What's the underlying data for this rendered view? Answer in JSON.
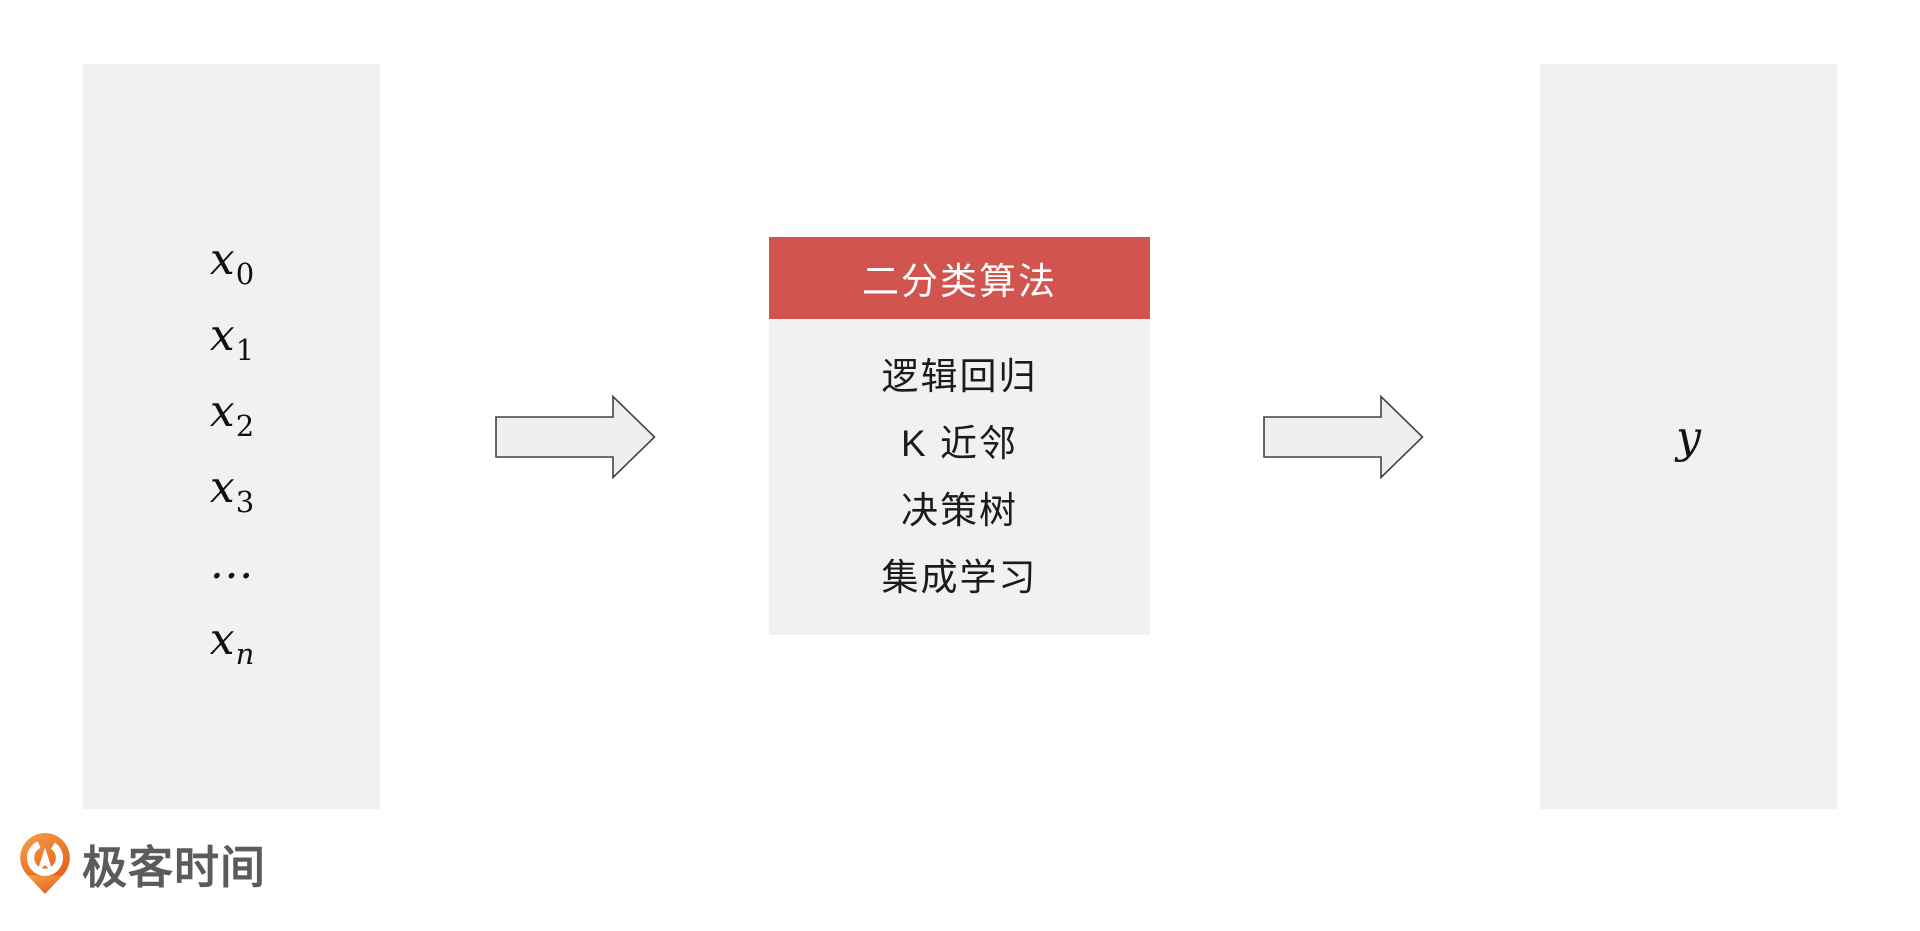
{
  "colors": {
    "background": "#ffffff",
    "panel_gray": "#f0f1f3",
    "box_body_gray": "#f0f1f2",
    "accent_red": "#d2544f",
    "header_text": "#ffffff",
    "body_text": "#1b1b1b",
    "math_text": "#111111",
    "arrow_fill": "#edeff1",
    "arrow_stroke": "#3f4347",
    "logo_text": "#595b5c",
    "logo_orange_light": "#f5a14b",
    "logo_orange_dark": "#e4611c"
  },
  "input_panel": {
    "variables": [
      {
        "base": "x",
        "sub": "0",
        "italic_sub": false
      },
      {
        "base": "x",
        "sub": "1",
        "italic_sub": false
      },
      {
        "base": "x",
        "sub": "2",
        "italic_sub": false
      },
      {
        "base": "x",
        "sub": "3",
        "italic_sub": false
      },
      {
        "base": "…",
        "sub": "",
        "italic_sub": false
      },
      {
        "base": "x",
        "sub": "n",
        "italic_sub": true
      }
    ]
  },
  "algorithm_box": {
    "title": "二分类算法",
    "items": [
      "逻辑回归",
      "K 近邻",
      "决策树",
      "集成学习"
    ]
  },
  "output_panel": {
    "variable": "y"
  },
  "logo": {
    "text": "极客时间",
    "icon": "geektime-pin-icon"
  }
}
